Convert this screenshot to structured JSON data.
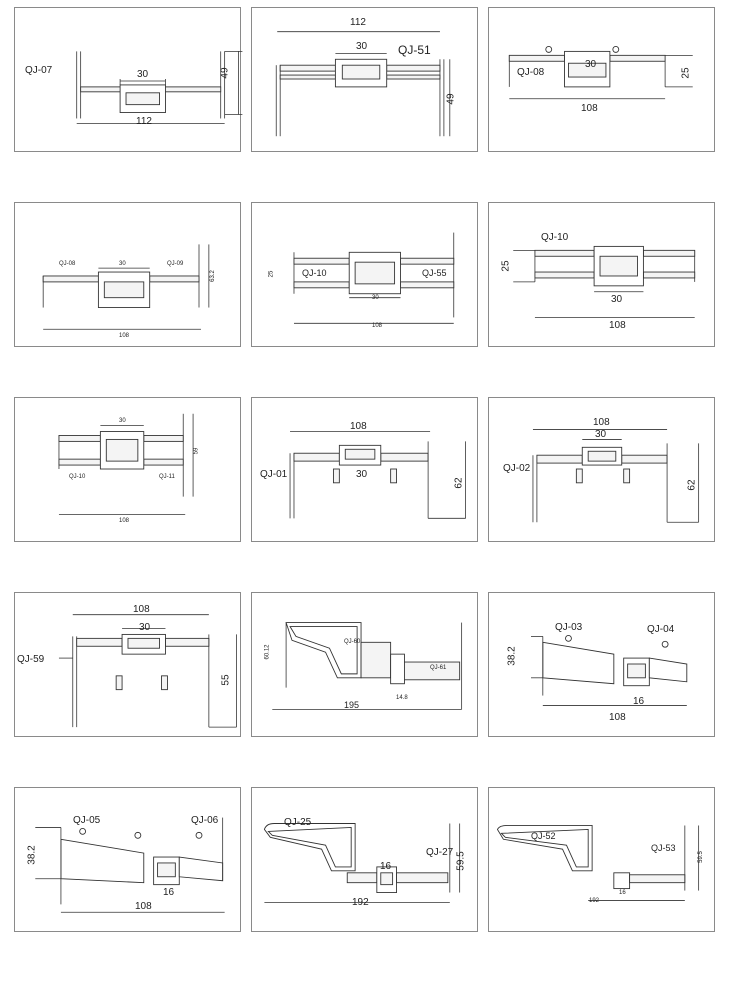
{
  "panels": [
    {
      "id": "p1",
      "labels": [
        "QJ-07",
        "30",
        "49",
        "112"
      ]
    },
    {
      "id": "p2",
      "labels": [
        "112",
        "30",
        "QJ-51",
        "49"
      ]
    },
    {
      "id": "p3",
      "labels": [
        "QJ-08",
        "30",
        "25",
        "108"
      ]
    },
    {
      "id": "p4",
      "labels": [
        "QJ-08",
        "30",
        "QJ-09",
        "63.2",
        "108"
      ]
    },
    {
      "id": "p5",
      "labels": [
        "25",
        "QJ-10",
        "QJ-55",
        "30",
        "108"
      ]
    },
    {
      "id": "p6",
      "labels": [
        "QJ-10",
        "25",
        "30",
        "108"
      ]
    },
    {
      "id": "p7",
      "labels": [
        "30",
        "59",
        "QJ-10",
        "QJ-11",
        "108"
      ]
    },
    {
      "id": "p8",
      "labels": [
        "108",
        "QJ-01",
        "30",
        "62"
      ]
    },
    {
      "id": "p9",
      "labels": [
        "108",
        "30",
        "QJ-02",
        "62"
      ]
    },
    {
      "id": "p10",
      "labels": [
        "108",
        "30",
        "QJ-59",
        "55"
      ]
    },
    {
      "id": "p11",
      "labels": [
        "60.12",
        "QJ-60",
        "QJ-61",
        "14.8",
        "195"
      ]
    },
    {
      "id": "p12",
      "labels": [
        "QJ-03",
        "QJ-04",
        "38.2",
        "16",
        "108"
      ]
    },
    {
      "id": "p13",
      "labels": [
        "QJ-05",
        "QJ-06",
        "38.2",
        "16",
        "108"
      ]
    },
    {
      "id": "p14",
      "labels": [
        "QJ-25",
        "QJ-27",
        "16",
        "59.5",
        "192"
      ]
    },
    {
      "id": "p15",
      "labels": [
        "QJ-52",
        "QJ-53",
        "59.5",
        "16",
        "192"
      ]
    }
  ]
}
